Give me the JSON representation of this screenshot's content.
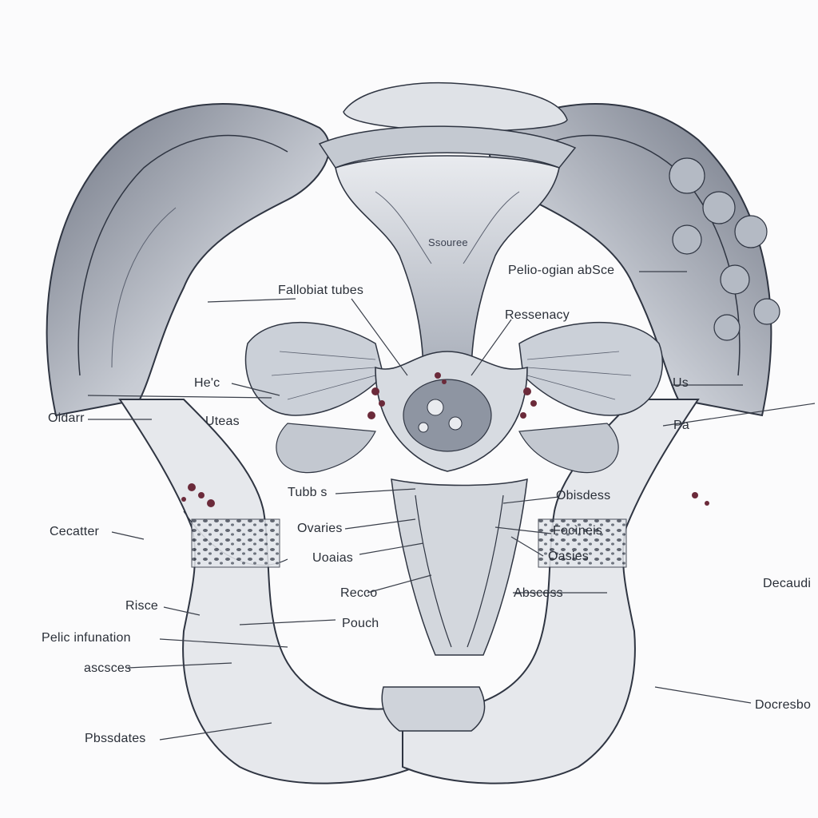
{
  "diagram": {
    "labels": {
      "ssource": "Ssouree",
      "pelvic_ovarian_abscess": "Pelio-ogian abSce",
      "fallopian_tubes": "Fallobiat tubes",
      "ressenacy": "Ressenacy",
      "helc": "He'c",
      "us": "Us",
      "oidarr": "Oidarr",
      "uteas": "Uteas",
      "pa": "Pa",
      "tubbs": "Tubb s",
      "obsidess": "Obisdess",
      "cecatter": "Cecatter",
      "ovaries": "Ovaries",
      "focinels": "Focìneis",
      "uoaias": "Uoaias",
      "oasies": "Oasies",
      "decaudi": "Decaudi",
      "risce": "Risce",
      "recco": "Recco",
      "abscess": "Abscess",
      "pelvic_inflammation": "Pelic infunation",
      "pouch": "Pouch",
      "ascsces": "ascsces",
      "docresbo": "Docresbo",
      "pbssdates": "Pbssdates"
    },
    "colors": {
      "ink": "#2f3542",
      "bone_light": "#eef0f3",
      "bone_shade": "#b9bec8",
      "abscess": "#6b2a3a",
      "paper": "#fbfbfc"
    }
  }
}
